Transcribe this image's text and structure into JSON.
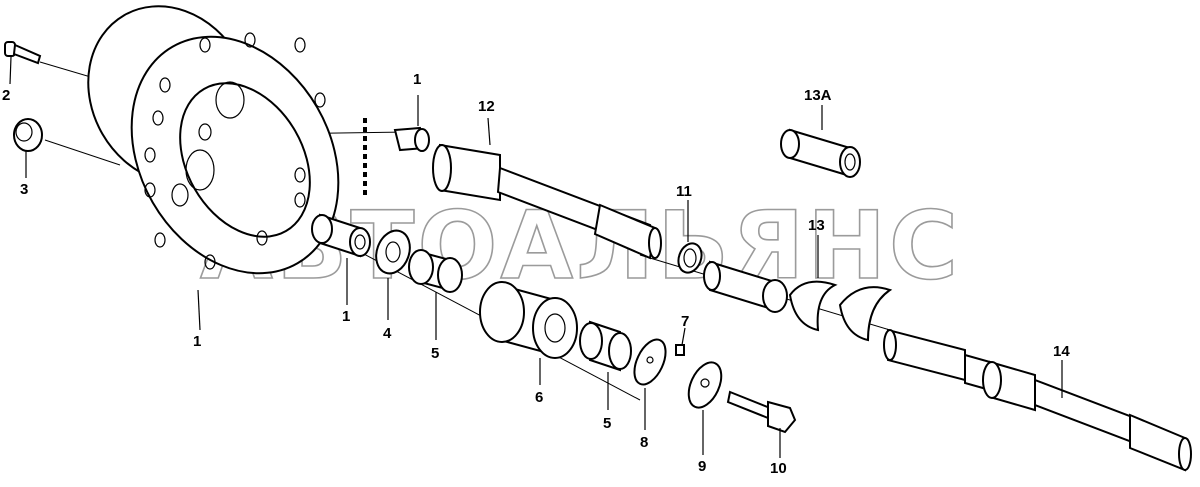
{
  "watermark": "АВТОАЛЬЯНС",
  "callouts": [
    {
      "id": "c-2",
      "text": "2"
    },
    {
      "id": "c-3",
      "text": "3"
    },
    {
      "id": "c-1a",
      "text": "1"
    },
    {
      "id": "c-1b",
      "text": "1"
    },
    {
      "id": "c-1c",
      "text": "1"
    },
    {
      "id": "c-12",
      "text": "12"
    },
    {
      "id": "c-13a",
      "text": "13A"
    },
    {
      "id": "c-11",
      "text": "11"
    },
    {
      "id": "c-13",
      "text": "13"
    },
    {
      "id": "c-4",
      "text": "4"
    },
    {
      "id": "c-5a",
      "text": "5"
    },
    {
      "id": "c-6",
      "text": "6"
    },
    {
      "id": "c-5b",
      "text": "5"
    },
    {
      "id": "c-7",
      "text": "7"
    },
    {
      "id": "c-8",
      "text": "8"
    },
    {
      "id": "c-9",
      "text": "9"
    },
    {
      "id": "c-10",
      "text": "10"
    },
    {
      "id": "c-14",
      "text": "14"
    }
  ]
}
